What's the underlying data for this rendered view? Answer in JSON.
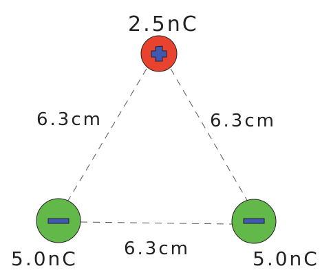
{
  "charges": {
    "top": {
      "label": "2.5nC",
      "sign": "positive",
      "symbol": "plus-icon"
    },
    "left": {
      "label": "5.0nC",
      "sign": "negative",
      "symbol": "minus-icon"
    },
    "right": {
      "label": "5.0nC",
      "sign": "negative",
      "symbol": "minus-icon"
    }
  },
  "sides": {
    "left": {
      "label": "6.3cm"
    },
    "right": {
      "label": "6.3cm"
    },
    "bottom": {
      "label": "6.3cm"
    }
  },
  "colors": {
    "positive_fill": "#e8432f",
    "negative_fill": "#62b94a",
    "sign_fill": "#3f59b3",
    "line": "#555555"
  }
}
